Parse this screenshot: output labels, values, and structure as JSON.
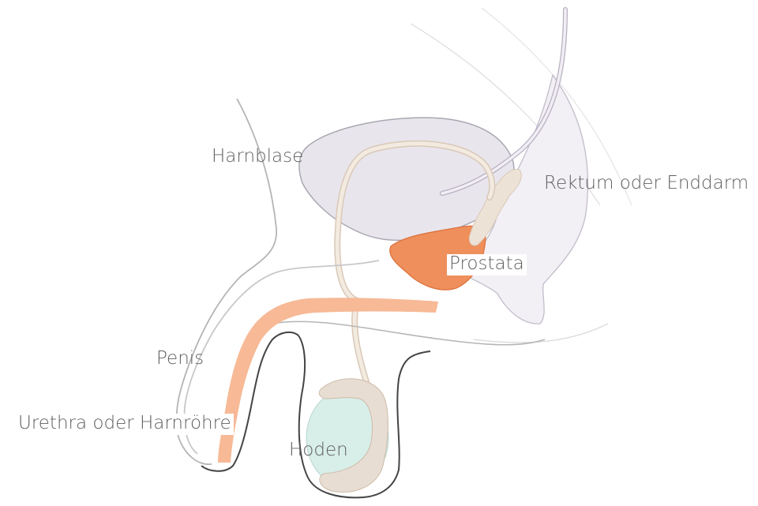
{
  "diagram": {
    "labels": {
      "harnblase": "Harnblase",
      "rektum": "Rektum oder Enddarm",
      "prostata": "Prostata",
      "penis": "Penis",
      "urethra": "Urethra oder Harnröhre",
      "hoden": "Hoden"
    },
    "colors": {
      "bladder_fill": "#e9e5ec",
      "bladder_stroke": "#a8a8b2",
      "rectum_fill": "#f2eff5",
      "rectum_stroke": "#b9b4c2",
      "prostata_fill": "#ee8f5c",
      "prostata_stroke": "#dc6f38",
      "urethra_fill": "#f7b996",
      "vas_deferens": "#eee2d4",
      "seminal_vesicle": "#ede2d6",
      "testis_fill": "#d8eee9",
      "epididymis_fill": "#e8ddd2",
      "body_outline_dark": "#444444",
      "body_outline_light": "#b5b5b5",
      "label_text": "#5f5f5f"
    }
  }
}
